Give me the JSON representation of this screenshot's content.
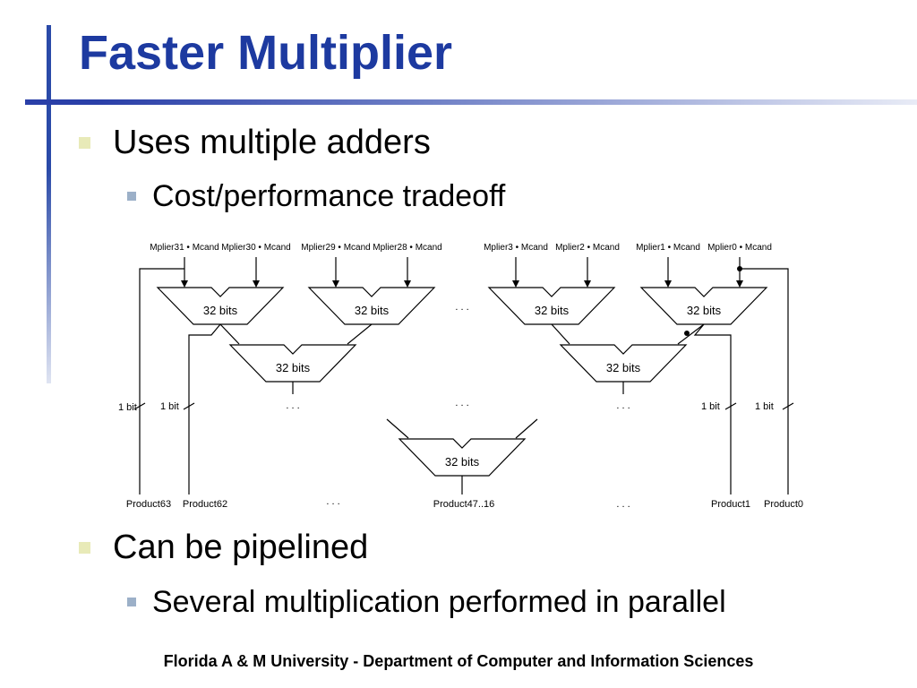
{
  "slide": {
    "title": "Faster Multiplier",
    "bullets": [
      {
        "text": "Uses multiple adders",
        "sub": "Cost/performance tradeoff"
      },
      {
        "text": "Can be pipelined",
        "sub": "Several multiplication performed in parallel"
      }
    ],
    "footer": "Florida A & M University - Department of Computer and Information Sciences"
  },
  "diagram": {
    "inputs": [
      "Mplier31 • Mcand",
      "Mplier30 • Mcand",
      "Mplier29 • Mcand",
      "Mplier28 • Mcand",
      "Mplier3 • Mcand",
      "Mplier2 • Mcand",
      "Mplier1 • Mcand",
      "Mplier0 • Mcand"
    ],
    "adder_label": "32 bits",
    "bit_label": "1 bit",
    "ellipsis": ". . .",
    "outputs": [
      "Product63",
      "Product62",
      "Product47..16",
      "Product1",
      "Product0"
    ]
  }
}
